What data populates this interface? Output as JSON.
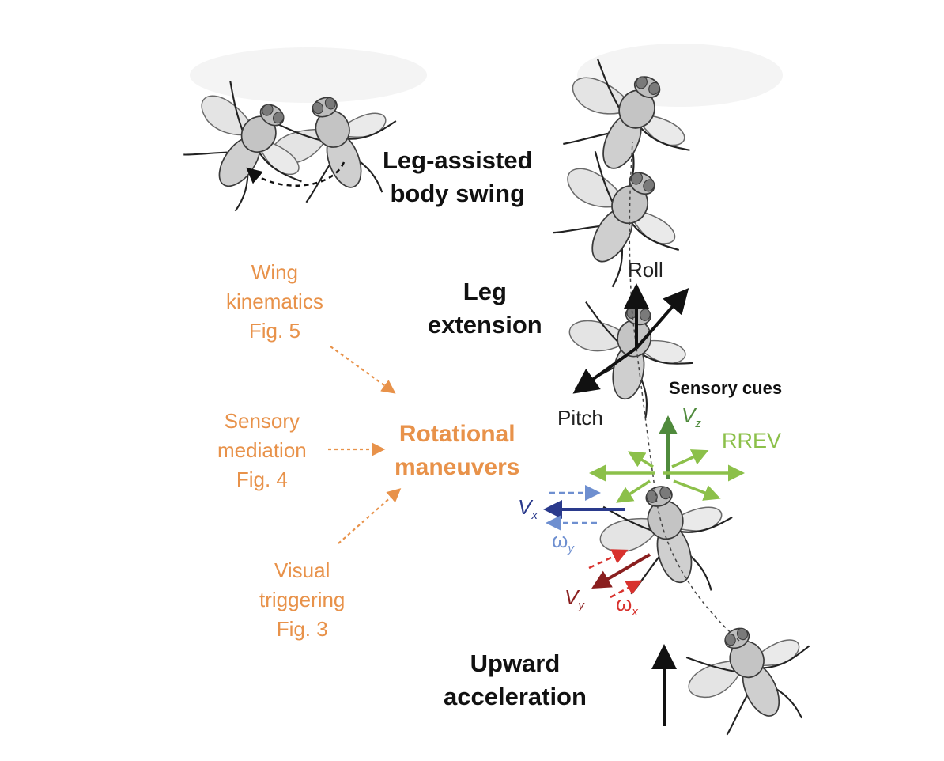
{
  "labels": {
    "leg_assisted": [
      "Leg-assisted",
      "body swing"
    ],
    "leg_extension": [
      "Leg",
      "extension"
    ],
    "upward": [
      "Upward",
      "acceleration"
    ],
    "rotational": [
      "Rotational",
      "maneuvers"
    ],
    "wing": [
      "Wing",
      "kinematics",
      "Fig. 5"
    ],
    "sensory": [
      "Sensory",
      "mediation",
      "Fig. 4"
    ],
    "visual": [
      "Visual",
      "triggering",
      "Fig. 3"
    ],
    "roll": "Roll",
    "pitch": "Pitch",
    "sensory_cues": "Sensory cues",
    "rrev": "RREV",
    "vz": {
      "main": "V",
      "sub": "z"
    },
    "vx": {
      "main": "V",
      "sub": "x"
    },
    "vy": {
      "main": "V",
      "sub": "y"
    },
    "wy": {
      "main": "ω",
      "sub": "y"
    },
    "wx": {
      "main": "ω",
      "sub": "x"
    }
  },
  "colors": {
    "orange": "#e8924a",
    "black": "#111111",
    "dark_green": "#4f8a3c",
    "light_green": "#8cc04a",
    "navy": "#2a3a8c",
    "light_blue": "#6e8fd0",
    "dark_red": "#8a1f1f",
    "red": "#d8322e",
    "fly_body": "#c8c8c8",
    "fly_outline": "#3a3a3a"
  },
  "icons": [
    "fly-icon"
  ]
}
